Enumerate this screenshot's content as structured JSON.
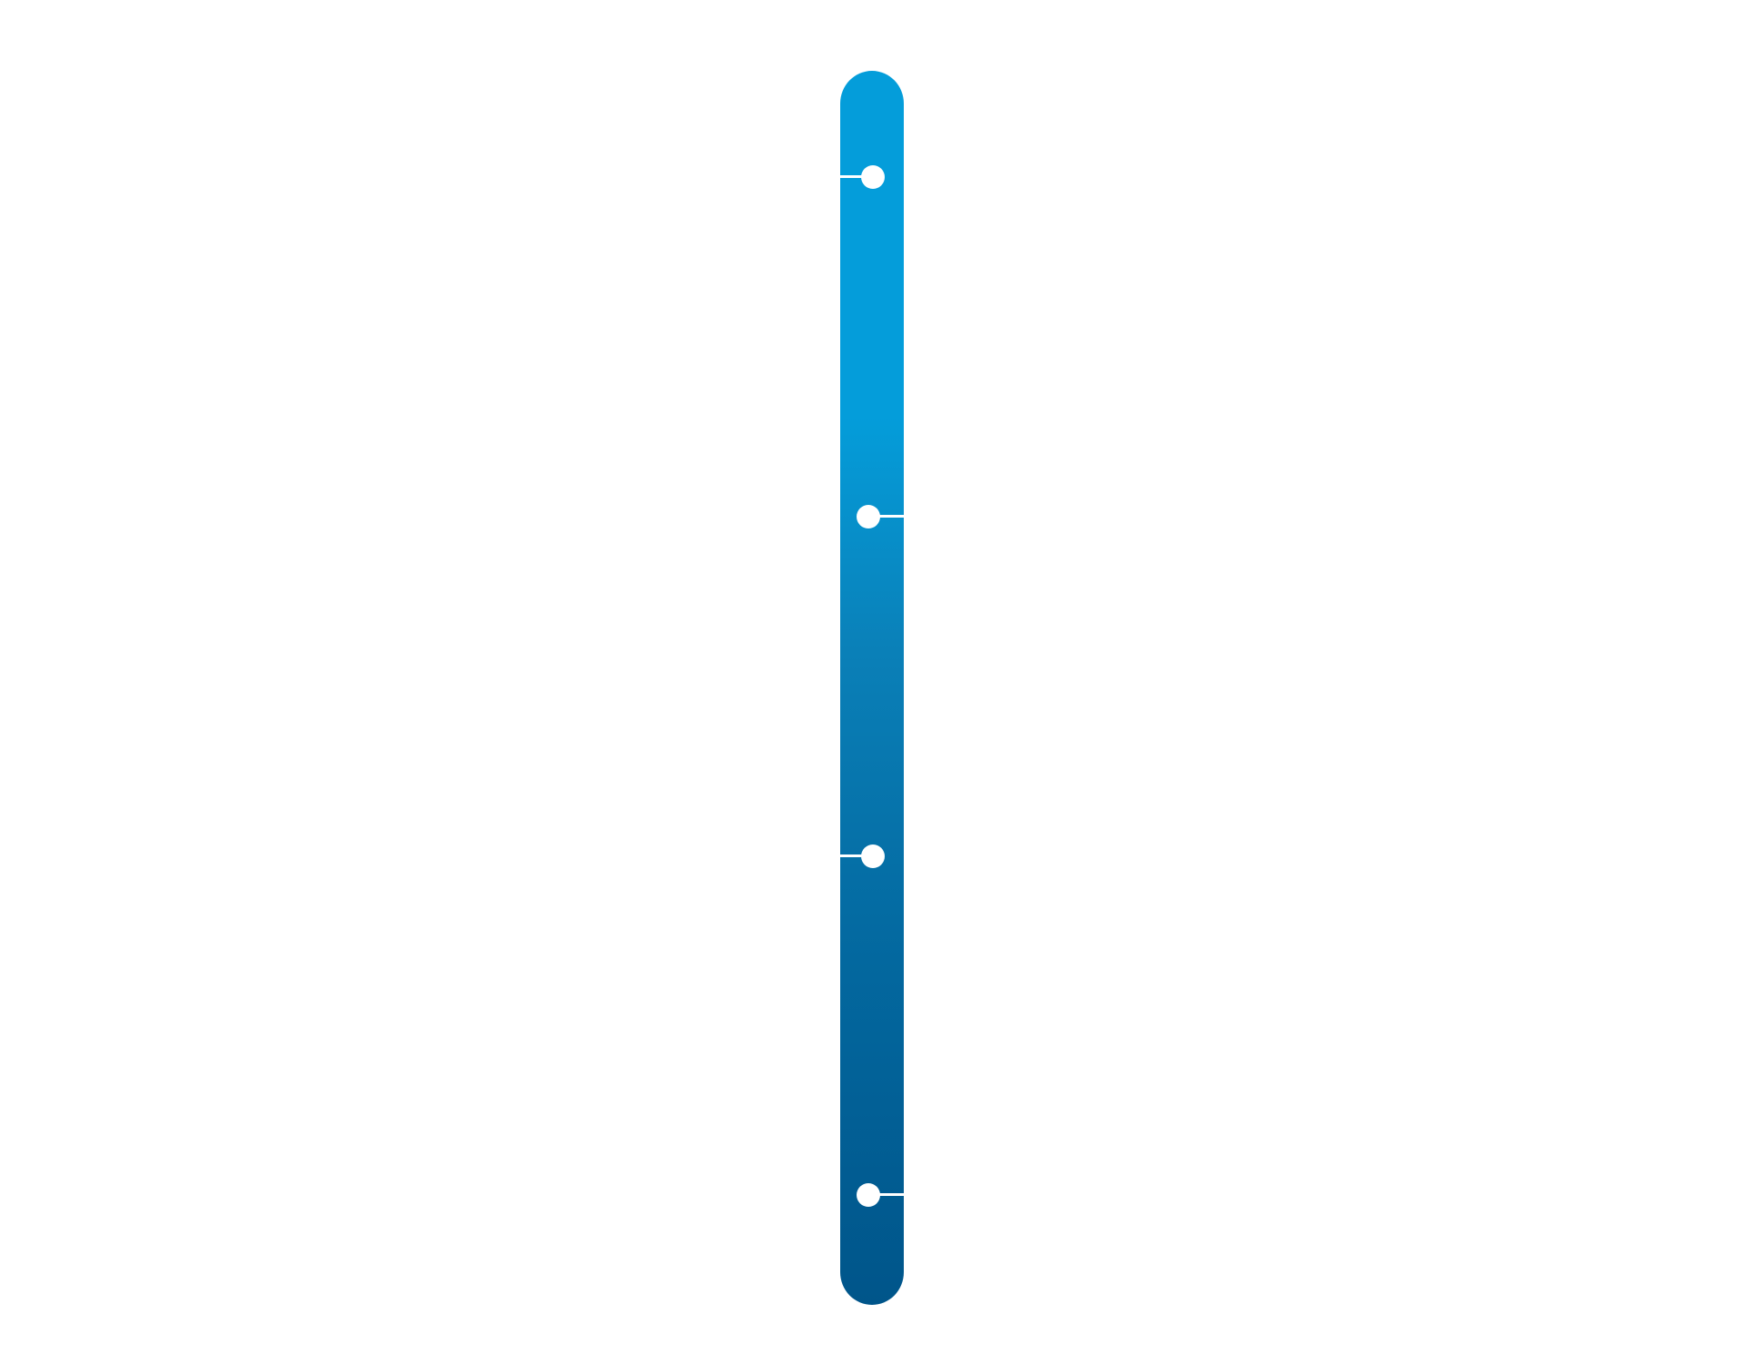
{
  "diagram": {
    "type": "vertical-timeline",
    "colors": {
      "bar_top": "#049DDA",
      "bar_mid": "#0A80B8",
      "bar_bottom": "#00558A",
      "marker": "#FFFFFF",
      "background": "#FFFFFF"
    },
    "milestones": [
      {
        "index": 1,
        "connector_side": "left"
      },
      {
        "index": 2,
        "connector_side": "right"
      },
      {
        "index": 3,
        "connector_side": "left"
      },
      {
        "index": 4,
        "connector_side": "right"
      }
    ]
  }
}
